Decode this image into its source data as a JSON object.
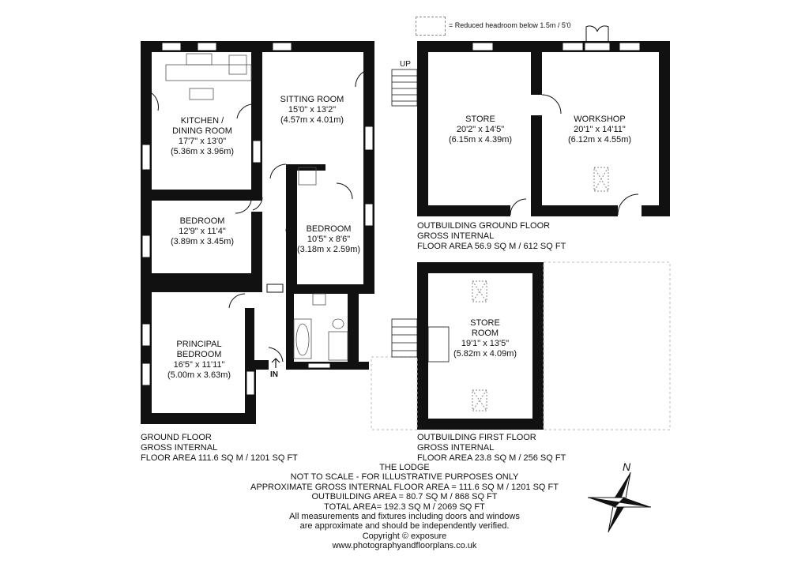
{
  "legend": {
    "text": "= Reduced headroom below 1.5m / 5'0"
  },
  "markers": {
    "up": "UP",
    "in": "IN",
    "north": "N"
  },
  "ground_floor": {
    "rooms": [
      {
        "name": "KITCHEN /",
        "name2": "DINING ROOM",
        "imperial": "17'7\" x 13'0\"",
        "metric": "(5.36m x 3.96m)"
      },
      {
        "name": "SITTING ROOM",
        "name2": "",
        "imperial": "15'0\" x 13'2\"",
        "metric": "(4.57m x 4.01m)"
      },
      {
        "name": "BEDROOM",
        "name2": "",
        "imperial": "12'9\" x 11'4\"",
        "metric": "(3.89m x 3.45m)"
      },
      {
        "name": "BEDROOM",
        "name2": "",
        "imperial": "10'5\" x 8'6\"",
        "metric": "(3.18m x 2.59m)"
      },
      {
        "name": "PRINCIPAL",
        "name2": "BEDROOM",
        "imperial": "16'5\" x 11'11\"",
        "metric": "(5.00m x 3.63m)"
      }
    ],
    "label": [
      "GROUND FLOOR",
      "GROSS INTERNAL",
      "FLOOR AREA 111.6 SQ M / 1201 SQ FT"
    ]
  },
  "outbuilding_ground": {
    "rooms": [
      {
        "name": "STORE",
        "imperial": "20'2\" x 14'5\"",
        "metric": "(6.15m x 4.39m)"
      },
      {
        "name": "WORKSHOP",
        "imperial": "20'1\" x 14'11\"",
        "metric": "(6.12m x 4.55m)"
      }
    ],
    "label": [
      "OUTBUILDING GROUND FLOOR",
      "GROSS INTERNAL",
      "FLOOR AREA 56.9 SQ M / 612 SQ FT"
    ]
  },
  "outbuilding_first": {
    "rooms": [
      {
        "name": "STORE",
        "name2": "ROOM",
        "imperial": "19'1\" x 13'5\"",
        "metric": "(5.82m x 4.09m)"
      }
    ],
    "label": [
      "OUTBUILDING FIRST FLOOR",
      "GROSS INTERNAL",
      "FLOOR AREA 23.8 SQ M / 256 SQ FT"
    ]
  },
  "footer": [
    "THE LODGE",
    "NOT TO SCALE - FOR ILLUSTRATIVE PURPOSES ONLY",
    "APPROXIMATE GROSS INTERNAL FLOOR AREA = 111.6 SQ M / 1201 SQ FT",
    "OUTBUILDING AREA = 80.7 SQ M / 868 SQ FT",
    "TOTAL AREA= 192.3 SQ M / 2069 SQ FT",
    "All measurements and fixtures including doors and windows",
    "are approximate and should be independently verified.",
    "Copyright © exposure",
    "www.photographyandfloorplans.co.uk"
  ]
}
